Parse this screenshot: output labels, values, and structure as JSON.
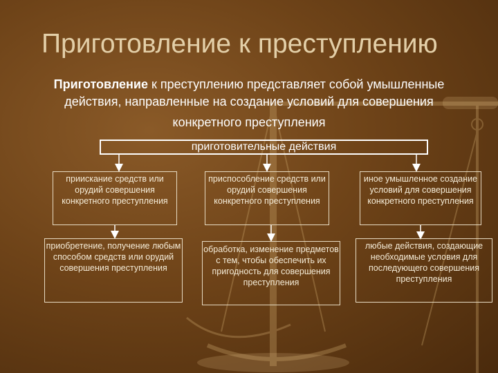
{
  "title": "Приготовление к преступлению",
  "intro": {
    "bold": "Приготовление",
    "line1_rest": " к преступлению представляет собой умышленные",
    "line2": "действия, направленные на создание условий для совершения",
    "line3": "конкретного преступления"
  },
  "root_label": "приготовительные действия",
  "nodes": {
    "n1": "приискание средств или орудий совершения конкретного преступления",
    "n2": "приспособление средств или орудий совершения конкретного преступления",
    "n3": "иное умышленное создание условий для совершения конкретного преступления",
    "n4": "приобретение, получение любым способом средств или орудий совершения преступления",
    "n5": "обработка, изменение предметов с тем, чтобы обеспечить их пригодность для совершения преступления",
    "n6": "любые действия, создающие необходимые условия для последующего совершения преступления"
  },
  "colors": {
    "background": "#6e4318",
    "title": "#e3cfa8",
    "text": "#ffffff",
    "border": "#e8dcc4"
  }
}
